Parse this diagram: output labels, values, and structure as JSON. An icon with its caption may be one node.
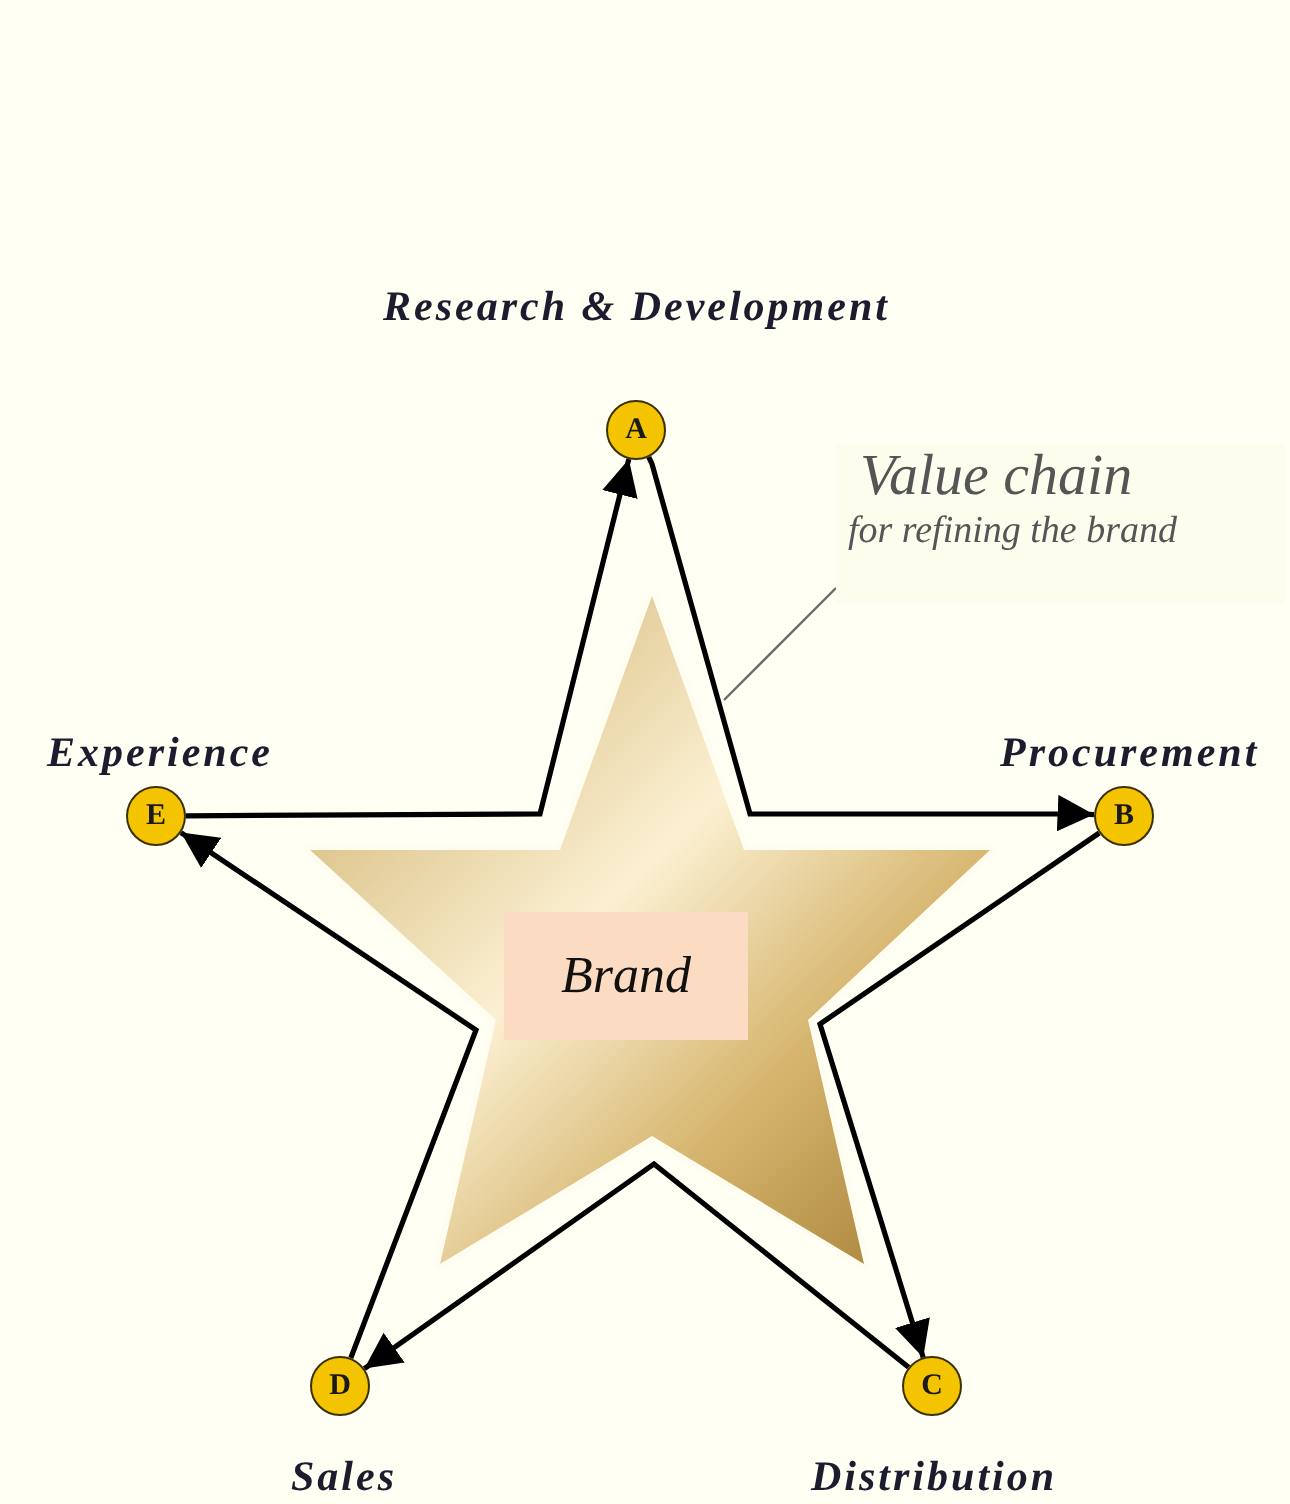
{
  "diagram": {
    "nodes": [
      {
        "text": [
          "A"
        ],
        "beside": [
          "Research & Development"
        ]
      },
      {
        "text": [
          "Value chain",
          "for refining the brand"
        ]
      },
      {
        "text": [
          "E"
        ],
        "beside": [
          "Experience"
        ]
      },
      {
        "text": [
          "B"
        ],
        "beside": [
          "Procurement"
        ]
      },
      {
        "text": [
          "Brand"
        ]
      },
      {
        "text": [
          "D"
        ],
        "beside": [
          "Sales"
        ]
      },
      {
        "text": [
          "C"
        ],
        "beside": [
          "Distribution"
        ]
      }
    ],
    "edges": [
      {
        "from": 0,
        "to": 3,
        "arrow": "to"
      },
      {
        "from": 3,
        "to": 6,
        "arrow": "to"
      },
      {
        "from": 6,
        "to": 5,
        "arrow": "to"
      },
      {
        "from": 5,
        "to": 2,
        "arrow": "to"
      },
      {
        "from": 2,
        "to": 0,
        "arrow": "to"
      },
      {
        "from": 1,
        "to": null,
        "arrow": "none",
        "color": "#6a6a6a"
      }
    ]
  }
}
